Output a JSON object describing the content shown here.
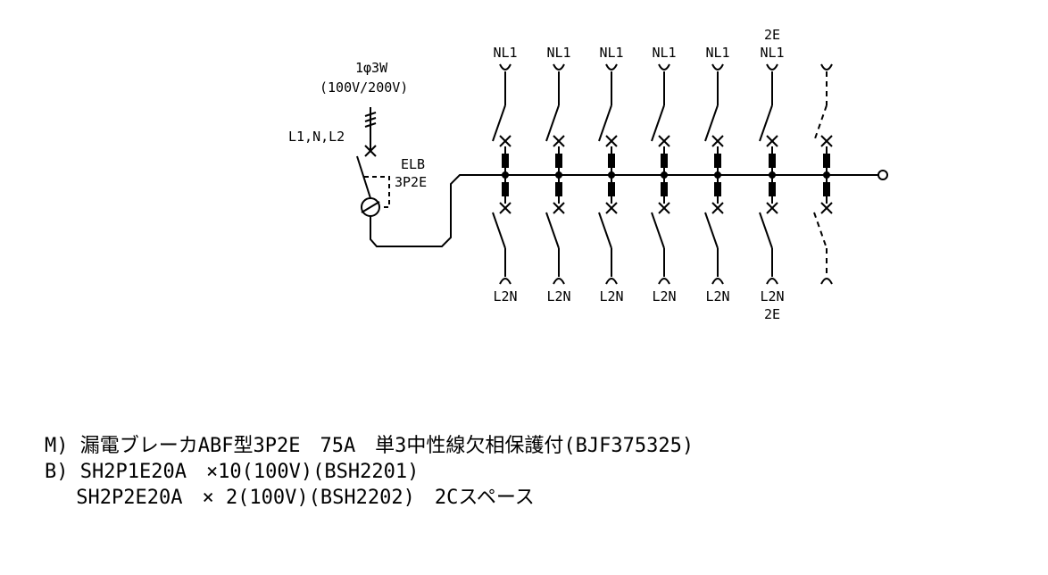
{
  "supply": {
    "phase": "1φ3W",
    "voltage": "(100V/200V)",
    "conductors": "L1,N,L2"
  },
  "main_breaker": {
    "type": "ELB",
    "poles": "3P2E"
  },
  "branches": [
    {
      "top": "NL1",
      "top_extra": "",
      "bottom": "L2N",
      "bottom_extra": "",
      "spare": false
    },
    {
      "top": "NL1",
      "top_extra": "",
      "bottom": "L2N",
      "bottom_extra": "",
      "spare": false
    },
    {
      "top": "NL1",
      "top_extra": "",
      "bottom": "L2N",
      "bottom_extra": "",
      "spare": false
    },
    {
      "top": "NL1",
      "top_extra": "",
      "bottom": "L2N",
      "bottom_extra": "",
      "spare": false
    },
    {
      "top": "NL1",
      "top_extra": "",
      "bottom": "L2N",
      "bottom_extra": "",
      "spare": false
    },
    {
      "top": "NL1",
      "top_extra": "2E",
      "bottom": "L2N",
      "bottom_extra": "2E",
      "spare": false
    },
    {
      "top": "",
      "top_extra": "",
      "bottom": "",
      "bottom_extra": "",
      "spare": true
    }
  ],
  "parts_list": [
    "M) 漏電ブレーカABF型3P2E　75A　単3中性線欠相保護付(BJF375325)",
    "B) SH2P1E20A　×10(100V)(BSH2201)",
    "　 SH2P2E20A　× 2(100V)(BSH2202)　2Cスペース"
  ]
}
